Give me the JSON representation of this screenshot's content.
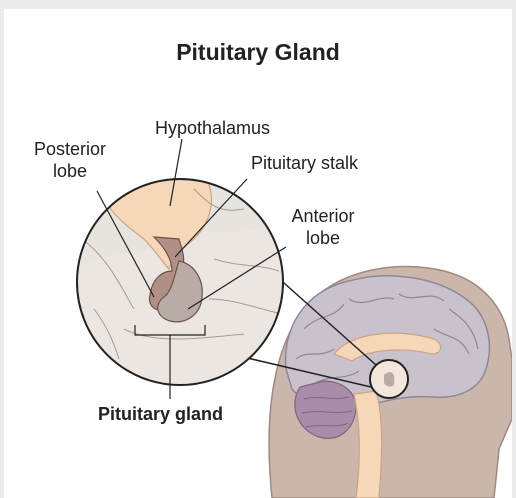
{
  "title": "Pituitary Gland",
  "labels": {
    "hypothalamus": "Hypothalamus",
    "posterior_lobe_line1": "Posterior",
    "posterior_lobe_line2": "lobe",
    "pituitary_stalk": "Pituitary stalk",
    "anterior_lobe_line1": "Anterior",
    "anterior_lobe_line2": "lobe",
    "pituitary_gland": "Pituitary gland"
  },
  "colors": {
    "background": "#ececec",
    "card": "#ffffff",
    "magnifier_fill": "#e7e3df",
    "gland": "#b9aca7",
    "hypothalamus": "#f6d7b8",
    "brain": "#c9c2cc",
    "skin": "#cbb6ab",
    "cerebellum": "#a98ca8"
  }
}
